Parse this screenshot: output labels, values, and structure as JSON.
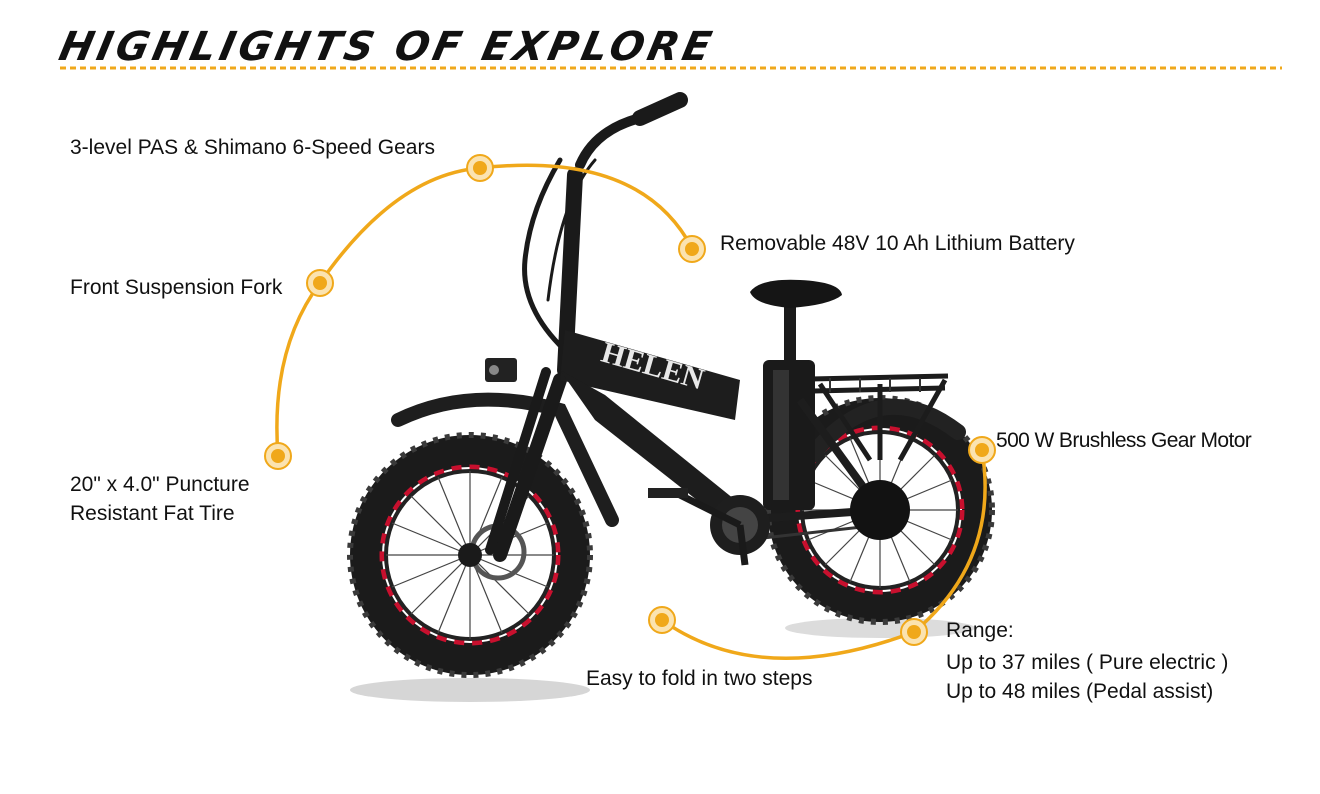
{
  "title": "HIGHLIGHTS OF EXPLORE",
  "frame_brand": "HELEN",
  "accent_color": "#f0a81a",
  "features": {
    "gears": "3-level PAS & Shimano 6-Speed Gears",
    "battery": "Removable 48V 10  Ah Lithium Battery",
    "fork": "Front Suspension Fork",
    "motor": "500 W Brushless Gear Motor",
    "tire_line1": "20\" x 4.0\" Puncture",
    "tire_line2": "Resistant  Fat Tire",
    "fold": "Easy to fold in two steps",
    "range_title": "Range:",
    "range_electric": "Up to 37 miles ( Pure electric )",
    "range_pedal": "Up to 48 miles (Pedal assist)"
  }
}
